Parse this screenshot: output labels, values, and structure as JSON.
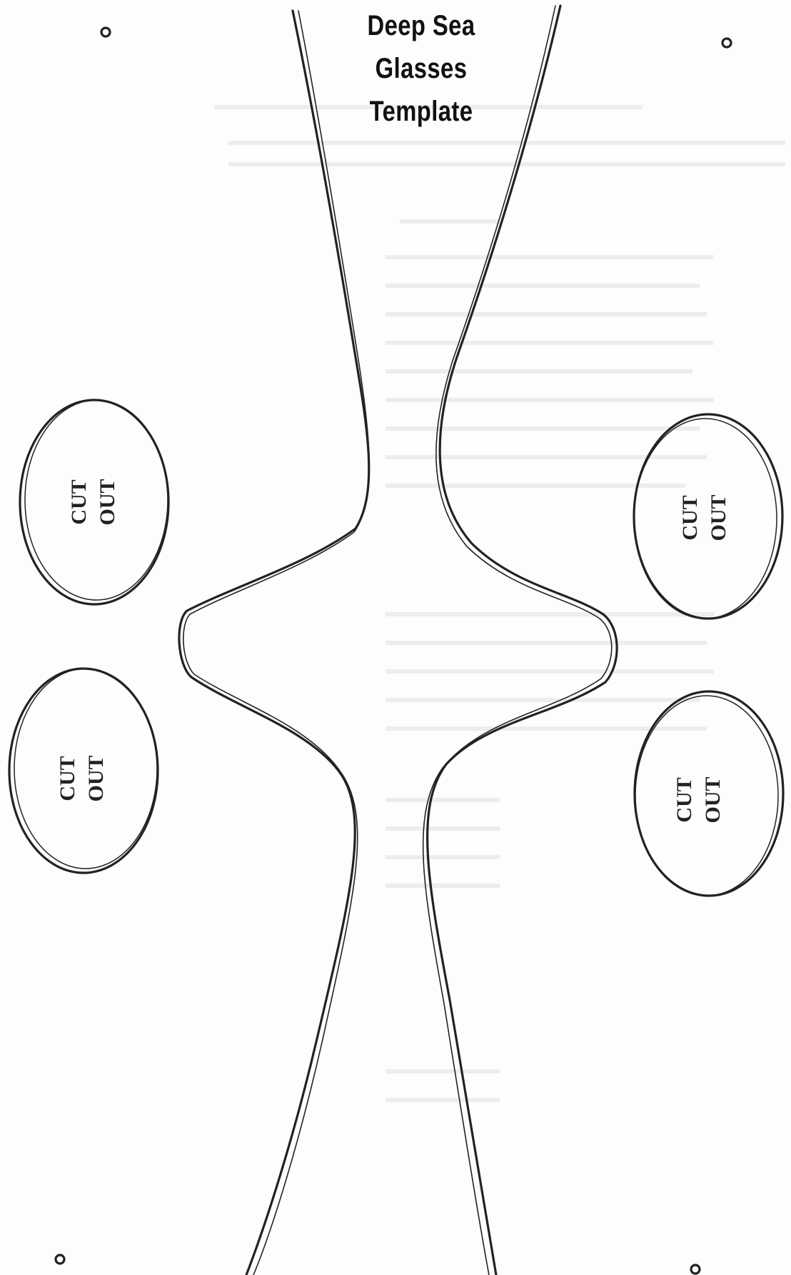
{
  "title": {
    "line1": "Deep Sea",
    "line2": "Glasses Template"
  },
  "cutout_labels": {
    "word1": "CUT",
    "word2": "OUT"
  },
  "colors": {
    "ink": "#222222",
    "paper": "#fdfdfc"
  },
  "icons": [
    "hole-punch-mark",
    "eye-cutout-oval"
  ]
}
